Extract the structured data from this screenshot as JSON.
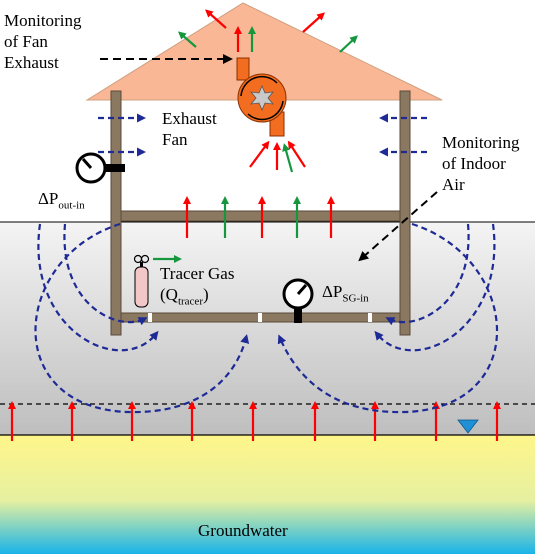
{
  "labels": {
    "fan_monitor_line1": "Monitoring",
    "fan_monitor_line2": "of Fan",
    "fan_monitor_line3": "Exhaust",
    "exhaust_line1": "Exhaust",
    "exhaust_line2": "Fan",
    "indoor_monitor_line1": "Monitoring",
    "indoor_monitor_line2": "of Indoor",
    "indoor_monitor_line3": "Air",
    "dp_out_base": "ΔP",
    "dp_out_sub": "out-in",
    "tracer_line1": "Tracer Gas",
    "tracer_q_open": "(Q",
    "tracer_q_sub": "tracer",
    "tracer_q_close": ")",
    "dp_sg_base": "ΔP",
    "dp_sg_sub": "SG-in",
    "groundwater": "Groundwater"
  },
  "icons": [
    "fan-icon",
    "pressure-gauge-icon",
    "gas-cylinder-icon",
    "water-table-icon"
  ],
  "colors": {
    "roof": "#f9b795",
    "house_frame": "#8b7860",
    "red_arrow": "#ff0000",
    "green_arrow": "#16963d",
    "blue_dashed": "#1e2a96",
    "fan": "#f26d1f",
    "tracer_cylinder": "#f2c7c7",
    "water_table_marker": "#1f8fd6",
    "groundwater_top": "#fff68a",
    "groundwater_bottom": "#18b4e8"
  }
}
